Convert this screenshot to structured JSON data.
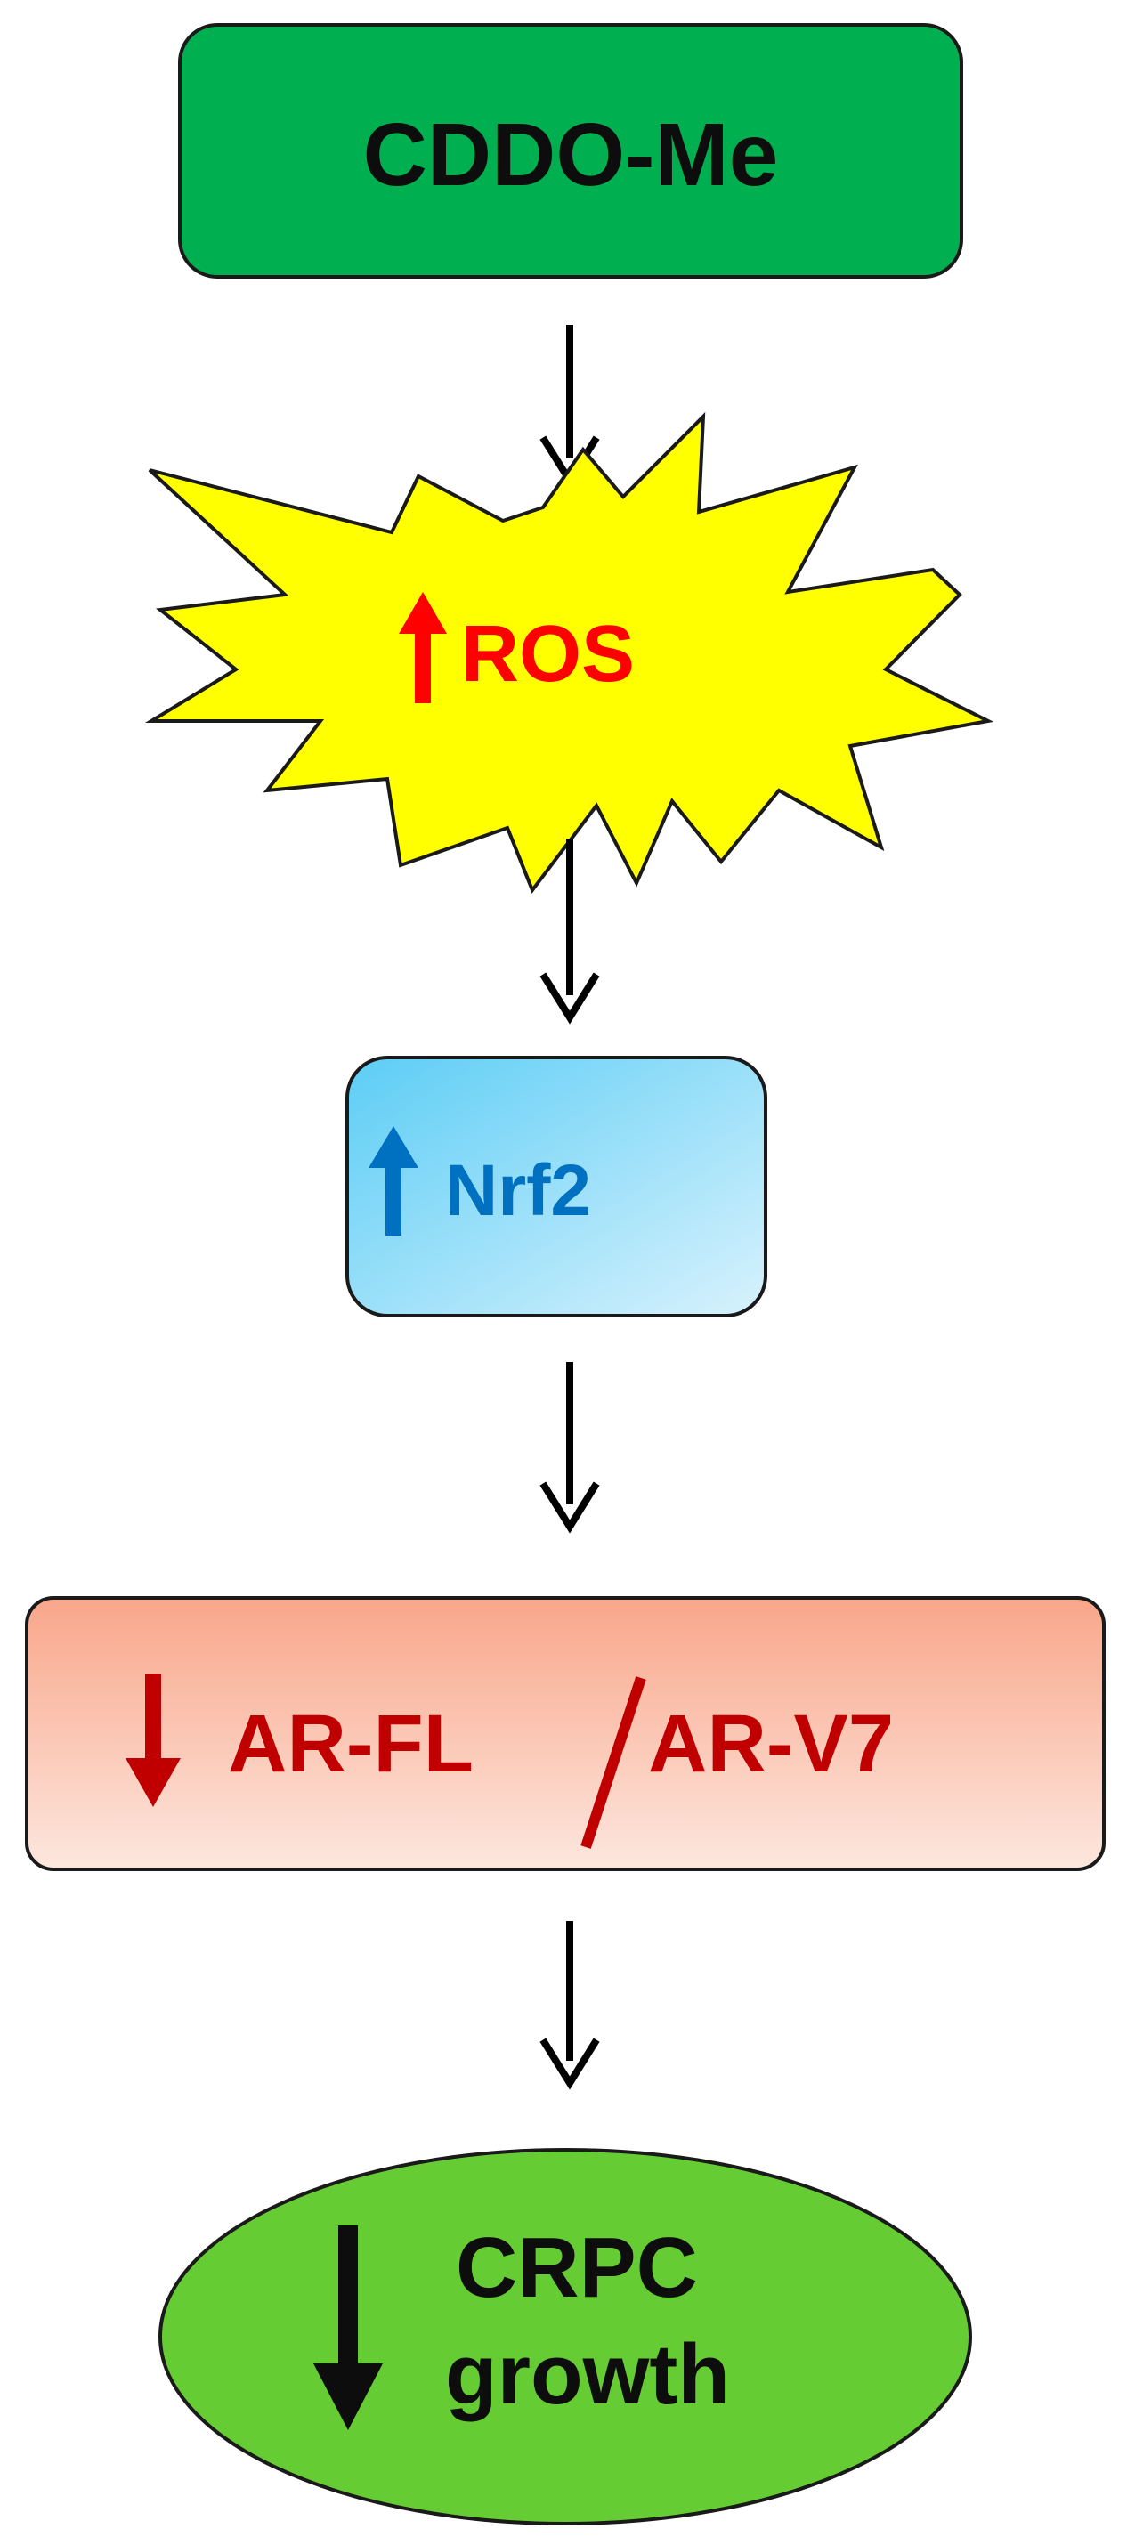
{
  "nodes": {
    "cddo_me": {
      "label": "CDDO-Me",
      "fill": "#00b050",
      "text_color": "#0d0d0d"
    },
    "ros": {
      "label": "ROS",
      "indicator": "up-arrow",
      "fill": "#ffff00",
      "text_color": "#ff0000",
      "indicator_color": "#ff0000"
    },
    "nrf2": {
      "label": "Nrf2",
      "indicator": "up-arrow",
      "fill_top": "#5ccdf5",
      "fill_bottom": "#d8f2fd",
      "text_color": "#0070c0",
      "indicator_color": "#0070c0"
    },
    "ar": {
      "label_left": "AR-FL",
      "label_right": "AR-V7",
      "indicator": "down-arrow",
      "fill_top": "#f9a68a",
      "fill_bottom": "#fde7de",
      "text_color": "#c00000",
      "indicator_color": "#c00000"
    },
    "crpc": {
      "line1": "CRPC",
      "line2": "growth",
      "indicator": "down-arrow",
      "fill": "#66cc33",
      "text_color": "#0d0d0d",
      "indicator_color": "#0d0d0d"
    }
  },
  "connectors": {
    "color": "#000000",
    "count": 4
  }
}
